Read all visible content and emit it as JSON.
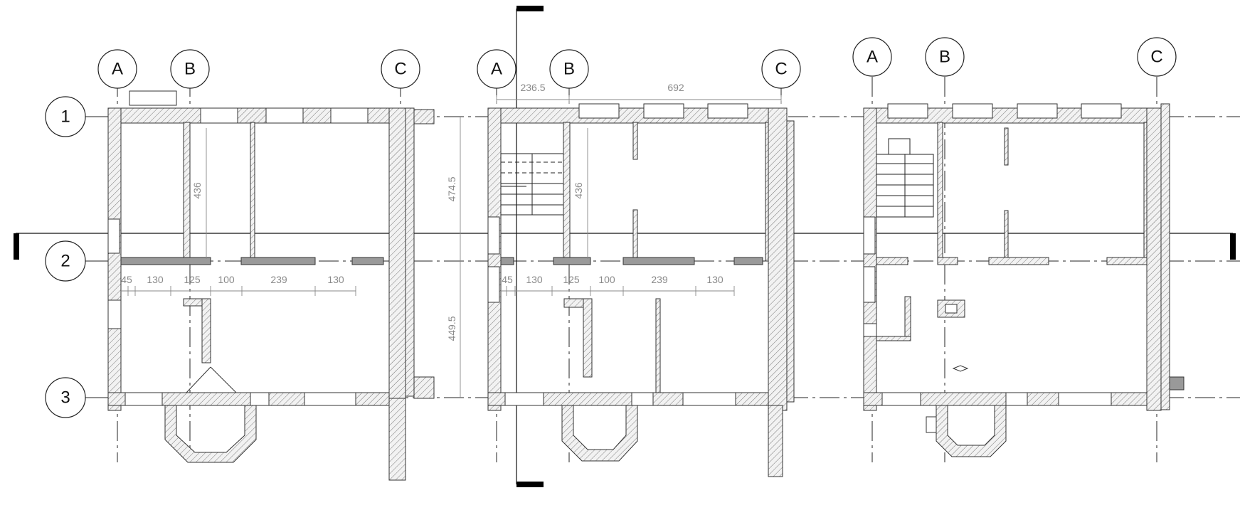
{
  "grid": {
    "columns": [
      "A",
      "B",
      "C"
    ],
    "rows": [
      "1",
      "2",
      "3"
    ]
  },
  "dimensions": {
    "top": [
      "236.5",
      "692"
    ],
    "vertical_left": "436",
    "vertical_mid": "436",
    "height_upper": "474.5",
    "height_lower": "449.5",
    "chain": [
      "45",
      "130",
      "125",
      "100",
      "239",
      "130"
    ]
  },
  "colors": {
    "line": "#222222",
    "dimension": "#8a8a8a",
    "cut_wall": "#9a9a9a"
  }
}
